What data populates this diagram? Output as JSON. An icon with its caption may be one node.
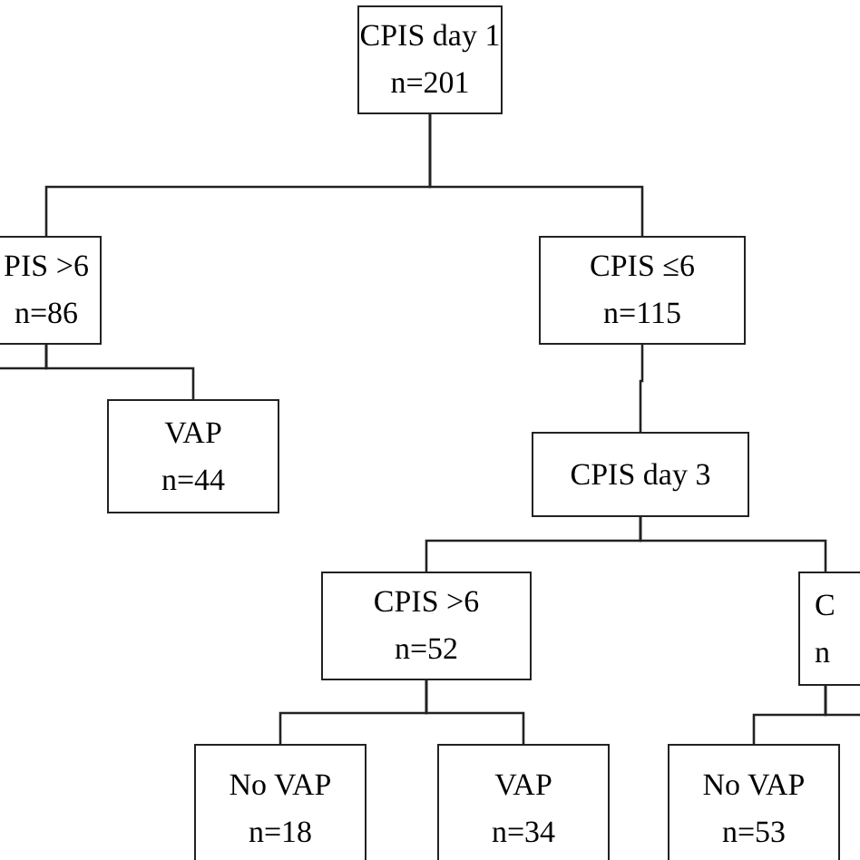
{
  "diagram": {
    "nodes": [
      {
        "text": [
          "CPIS day 1",
          "n=201"
        ]
      },
      {
        "text": [
          "PIS >6",
          "n=86"
        ]
      },
      {
        "text": [
          "CPIS ≤6",
          "n=115"
        ]
      },
      {
        "text": [
          "VAP",
          "n=44"
        ]
      },
      {
        "text": [
          "CPIS day 3"
        ]
      },
      {
        "text": [
          "CPIS >6",
          "n=52"
        ]
      },
      {
        "text": [
          "C",
          "n"
        ]
      },
      {
        "text": [
          "No VAP",
          "n=18"
        ]
      },
      {
        "text": [
          "VAP",
          "n=34"
        ]
      },
      {
        "text": [
          "No VAP",
          "n=53"
        ]
      }
    ],
    "edges": [
      {
        "from": 0,
        "to": 1,
        "arrow": "none"
      },
      {
        "from": 0,
        "to": 2,
        "arrow": "none"
      },
      {
        "from": 1,
        "to": null,
        "arrow": "none"
      },
      {
        "from": 1,
        "to": 3,
        "arrow": "none"
      },
      {
        "from": 2,
        "to": 4,
        "arrow": "none"
      },
      {
        "from": 4,
        "to": 5,
        "arrow": "none"
      },
      {
        "from": 4,
        "to": 6,
        "arrow": "none"
      },
      {
        "from": 5,
        "to": 7,
        "arrow": "none"
      },
      {
        "from": 5,
        "to": 8,
        "arrow": "none"
      },
      {
        "from": 6,
        "to": 9,
        "arrow": "none"
      },
      {
        "from": 6,
        "to": null,
        "arrow": "none"
      }
    ]
  }
}
